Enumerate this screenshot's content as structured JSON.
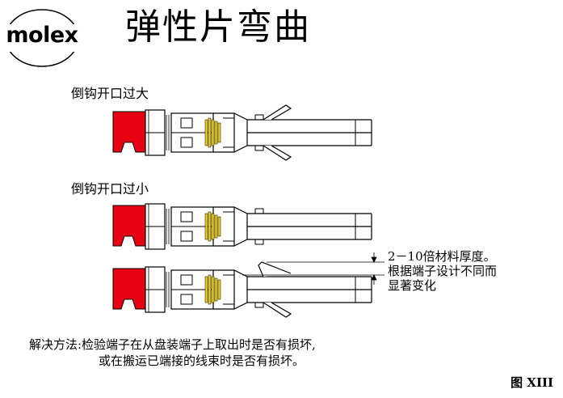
{
  "logo": {
    "text": "molex",
    "icon": "molex-logo-icon"
  },
  "title": "弹性片弯曲",
  "labels": {
    "case1": "倒钩开口过大",
    "case2": "倒钩开口过小"
  },
  "note": {
    "line1": "2－10倍材料厚度。",
    "line2": "根据端子设计不同而",
    "line3": "显著变化"
  },
  "solution": {
    "line1": "解决方法:检验端子在从盘装端子上取出时是否有损坏,",
    "line2": "或在搬运已端接的线束时是否有损坏。"
  },
  "figure_label": "图 XIII",
  "colors": {
    "insulation": "#e60012",
    "strands": "#f2d21b",
    "line": "#000000"
  }
}
